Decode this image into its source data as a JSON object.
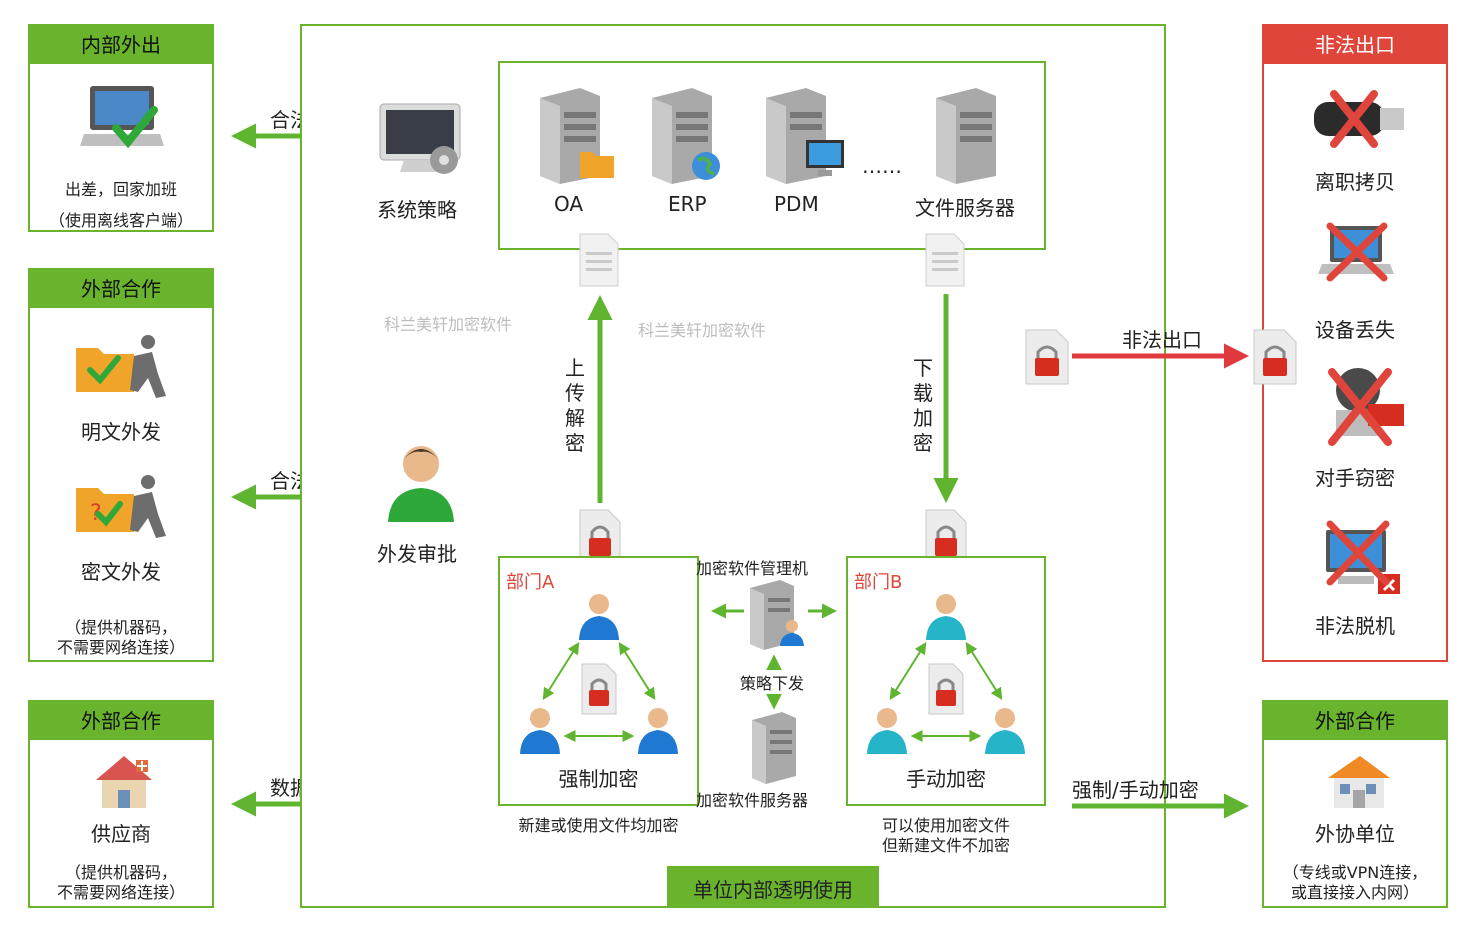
{
  "left_panels": {
    "internal_out": {
      "title": "内部外出",
      "caption": "出差，回家加班",
      "note": "（使用离线客户端）"
    },
    "external_coop_1": {
      "title": "外部合作",
      "plain_send": "明文外发",
      "cipher_send": "密文外发",
      "note_line1": "（提供机器码，",
      "note_line2": "不需要网络连接）"
    },
    "external_coop_2": {
      "title": "外部合作",
      "supplier": "供应商",
      "note_line1": "（提供机器码，",
      "note_line2": "不需要网络连接）"
    }
  },
  "left_arrows": {
    "legal_exit_1": "合法出口",
    "legal_exit_2": "合法出口",
    "data_release": "数据发放系统"
  },
  "center": {
    "system_policy": "系统策略",
    "outbound_approval": "外发审批",
    "servers": [
      "OA",
      "ERP",
      "PDM",
      "文件服务器"
    ],
    "ellipsis": "……",
    "watermark_1": "科兰美轩加密软件",
    "watermark_2": "科兰美轩加密软件",
    "upload_decrypt": [
      "上",
      "传",
      "解",
      "密"
    ],
    "download_encrypt": [
      "下",
      "载",
      "加",
      "密"
    ],
    "dept_a": {
      "name": "部门A",
      "mode": "强制加密",
      "note": "新建或使用文件均加密"
    },
    "dept_b": {
      "name": "部门B",
      "mode": "手动加密",
      "note_line1": "可以使用加密文件",
      "note_line2": "但新建文件不加密"
    },
    "mgmt_machine": "加密软件管理机",
    "policy_issue": "策略下发",
    "enc_server": "加密软件服务器",
    "footer": "单位内部透明使用"
  },
  "right_arrows": {
    "illegal_exit": "非法出口",
    "forced_manual": "强制/手动加密"
  },
  "right_panels": {
    "illegal": {
      "title": "非法出口",
      "items": [
        "离职拷贝",
        "设备丢失",
        "对手窃密",
        "非法脱机"
      ]
    },
    "external_coop_3": {
      "title": "外部合作",
      "partner": "外协单位",
      "note_line1": "（专线或VPN连接，",
      "note_line2": "或直接接入内网）"
    }
  },
  "colors": {
    "green": "#6ab42d",
    "red": "#e0453c",
    "arrow_green": "#5fb530",
    "arrow_red": "#e03a3f"
  }
}
